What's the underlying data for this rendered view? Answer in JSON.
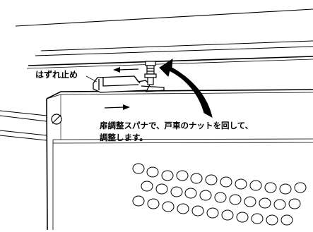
{
  "callouts": {
    "stopper_label": "はずれ止め",
    "instruction_line1": "扉調整スパナで、戸車のナットを回して、",
    "instruction_line2": "調整します。"
  },
  "icons": [
    "screw-head-icon",
    "spanner-rotation-arrow-icon",
    "slide-left-arrow-icon",
    "slide-right-arrow-icon"
  ],
  "colors": {
    "line": "#000000",
    "background": "#ffffff"
  }
}
